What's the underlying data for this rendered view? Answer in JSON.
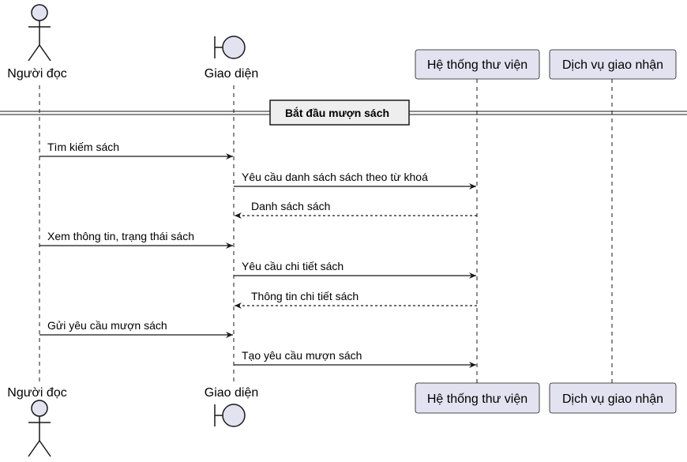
{
  "diagram": {
    "participants": [
      {
        "id": "p1",
        "label": "Người đọc",
        "kind": "actor"
      },
      {
        "id": "p2",
        "label": "Giao diện",
        "kind": "boundary"
      },
      {
        "id": "p3",
        "label": "Hệ thống thư viện",
        "kind": "participant"
      },
      {
        "id": "p4",
        "label": "Dịch vụ giao nhận",
        "kind": "participant"
      }
    ],
    "divider": {
      "label": "Bắt đầu mượn sách"
    },
    "messages": [
      {
        "from": "p1",
        "to": "p2",
        "label": "Tìm kiếm sách",
        "style": "solid"
      },
      {
        "from": "p2",
        "to": "p3",
        "label": "Yêu cầu danh sách sách theo từ khoá",
        "style": "solid"
      },
      {
        "from": "p3",
        "to": "p2",
        "label": "Danh sách sách",
        "style": "dashed"
      },
      {
        "from": "p1",
        "to": "p2",
        "label": "Xem thông tin, trạng thái sách",
        "style": "solid"
      },
      {
        "from": "p2",
        "to": "p3",
        "label": "Yêu cầu chi tiết sách",
        "style": "solid"
      },
      {
        "from": "p3",
        "to": "p2",
        "label": "Thông tin chi tiết sách",
        "style": "dashed"
      },
      {
        "from": "p1",
        "to": "p2",
        "label": "Gửi yêu cầu mượn sách",
        "style": "solid"
      },
      {
        "from": "p2",
        "to": "p3",
        "label": "Tạo yêu cầu mượn sách",
        "style": "solid"
      }
    ],
    "colors": {
      "participant_fill": "#e2e2f0",
      "participant_stroke": "#181818",
      "lifeline": "#181818",
      "divider_fill": "#eeeeee"
    }
  }
}
